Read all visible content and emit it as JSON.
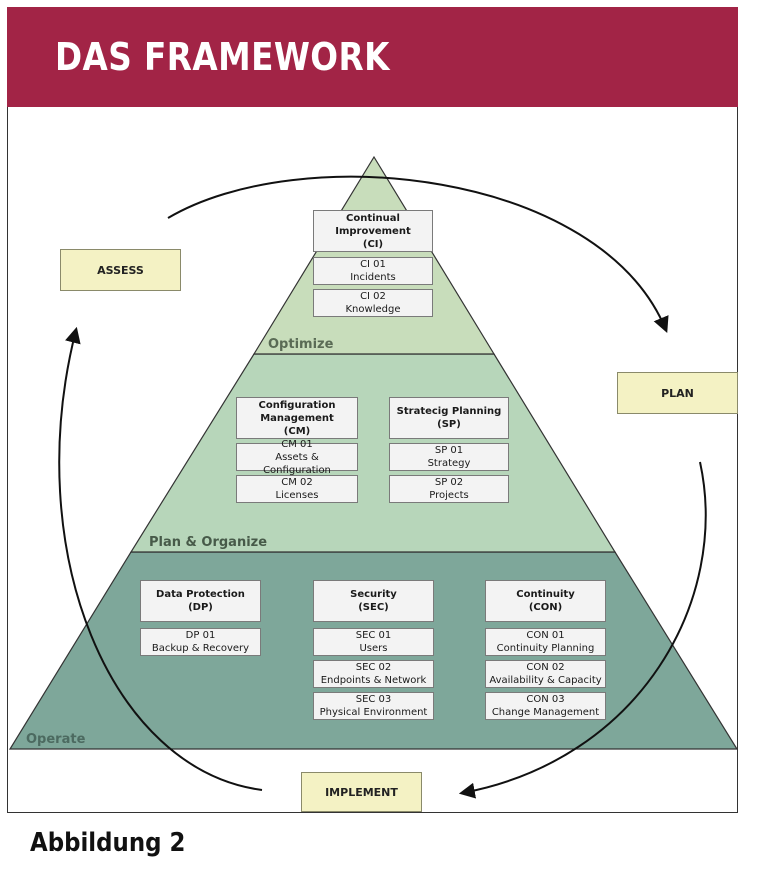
{
  "header": {
    "title": "DAS FRAMEWORK"
  },
  "caption": "Abbildung 2",
  "colors": {
    "header_bg": "#a22446",
    "optimize": "#c8ddbb",
    "plan_organize": "#b7d6ba",
    "operate": "#7ea79a",
    "phase_box": "#f4f2c4"
  },
  "cycle": {
    "assess": "ASSESS",
    "plan": "PLAN",
    "implement": "IMPLEMENT"
  },
  "levels": {
    "optimize": {
      "label": "Optimize",
      "groups": [
        {
          "title": [
            "Continual",
            "Improvement",
            "(CI)"
          ],
          "items": [
            [
              "CI 01",
              "Incidents"
            ],
            [
              "CI 02",
              "Knowledge"
            ]
          ]
        }
      ]
    },
    "plan_organize": {
      "label": "Plan & Organize",
      "groups": [
        {
          "title": [
            "Configuration",
            "Management",
            "(CM)"
          ],
          "items": [
            [
              "CM 01",
              "Assets & Configuration"
            ],
            [
              "CM 02",
              "Licenses"
            ]
          ]
        },
        {
          "title": [
            "Stratecig Planning",
            "(SP)"
          ],
          "items": [
            [
              "SP 01",
              "Strategy"
            ],
            [
              "SP 02",
              "Projects"
            ]
          ]
        }
      ]
    },
    "operate": {
      "label": "Operate",
      "groups": [
        {
          "title": [
            "Data Protection",
            "(DP)"
          ],
          "items": [
            [
              "DP 01",
              "Backup & Recovery"
            ]
          ]
        },
        {
          "title": [
            "Security",
            "(SEC)"
          ],
          "items": [
            [
              "SEC 01",
              "Users"
            ],
            [
              "SEC 02",
              "Endpoints & Network"
            ],
            [
              "SEC 03",
              "Physical Environment"
            ]
          ]
        },
        {
          "title": [
            "Continuity",
            "(CON)"
          ],
          "items": [
            [
              "CON 01",
              "Continuity Planning"
            ],
            [
              "CON 02",
              "Availability & Capacity"
            ],
            [
              "CON 03",
              "Change Management"
            ]
          ]
        }
      ]
    }
  }
}
